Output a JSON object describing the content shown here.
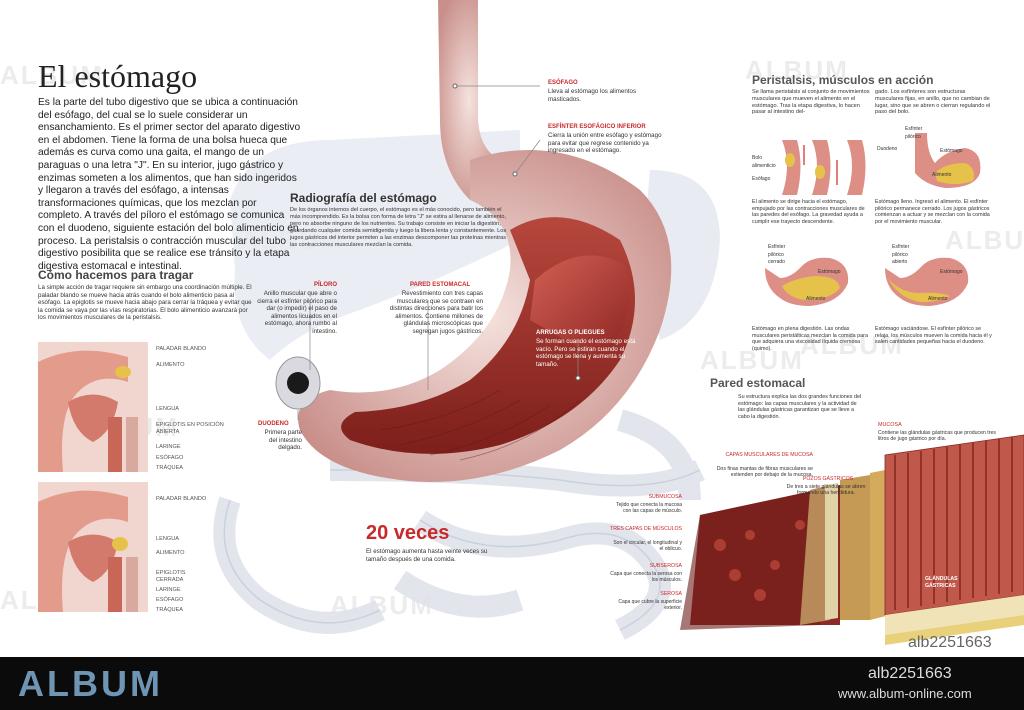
{
  "title": "El estómago",
  "intro": "Es la parte del tubo digestivo que se ubica a continuación del esófago, del cual se lo suele considerar un ensanchamiento. Es el primer sector del aparato digestivo en el abdomen. Tiene la forma de una bolsa hueca que además es curva como una gaita, el mango de un paraguas o una letra \"J\". En su interior, jugo gástrico y enzimas someten a los alimentos, que han sido ingeridos y llegaron a través del esófago, a intensas transformaciones químicas, que los mezclan por completo. A través del píloro el estómago se comunica con el duodeno, siguiente estación del bolo alimenticio en proceso. La peristalsis o contracción muscular del tubo digestivo posibilita que se realice ese tránsito y la etapa digestiva estomacal e intestinal.",
  "swallow": {
    "heading": "Cómo hacemos para tragar",
    "text": "La simple acción de tragar requiere sin embargo una coordinación múltiple. El paladar blando se mueve hacia atrás cuando el bolo alimenticio pasa al esófago. La epiglotis se mueve hacia abajo para cerrar la tráquea y evitar que la comida se vaya por las vías respiratorias. El bolo alimenticio avanzará por los movimientos musculares de la peristalsis.",
    "labels_top": [
      "PALADAR BLANDO",
      "ALIMENTO",
      "LENGUA",
      "EPIGLOTIS EN POSICIÓN ABIERTA",
      "LARINGE",
      "ESÓFAGO",
      "TRÁQUEA"
    ],
    "labels_bottom": [
      "PALADAR BLANDO",
      "LENGUA",
      "ALIMENTO",
      "EPIGLOTIS CERRADA",
      "LARINGE",
      "ESÓFAGO",
      "TRÁQUEA"
    ]
  },
  "radiografia": {
    "heading": "Radiografía del estómago",
    "text": "De los órganos internos del cuerpo, el estómago es el más conocido, pero también el más incomprendido. Es la bolsa con forma de letra \"J\" se estira al llenarse de alimento, pero no absorbe ninguno de los nutrientes. Su trabajo consiste en iniciar la digestión, guardando cualquier comida semidigerida y luego la libera lenta y constantemente. Los jugos gástricos del interior permiten a las enzimas descomponer las proteínas mientras las contracciones musculares mezclan la comida."
  },
  "labels": {
    "esofago_t": "ESÓFAGO",
    "esofago_d": "Lleva al estómago los alimentos masticados.",
    "esfinter_t": "ESFÍNTER ESOFÁGICO INFERIOR",
    "esfinter_d": "Cierra la unión entre esófago y estómago para evitar que regrese contenido ya ingresado en el estómago.",
    "piloro_t": "PÍLORO",
    "piloro_d": "Anillo muscular que abre o cierra el esfínter pilórico para dar (o impedir) el paso de alimentos licuados en el estómago, ahora rumbo al intestino.",
    "pared_t": "PARED ESTOMACAL",
    "pared_d": "Revestimiento con tres capas musculares que se contraen en distintas direcciones para batir los alimentos. Contiene millones de glándulas microscópicas que segregan jugos gástricos.",
    "arrugas_t": "ARRUGAS O PLIEGUES",
    "arrugas_d": "Se forman cuando el estómago está vacío. Pero se estiran cuando el estómago se llena y aumenta su tamaño.",
    "duodeno_t": "DUODENO",
    "duodeno_d": "Primera parte del intestino delgado."
  },
  "veces": {
    "big": "20 veces",
    "text": "El estómago aumenta hasta veinte veces su tamaño después de una comida."
  },
  "peristalsis": {
    "heading": "Peristalsis, músculos en acción",
    "col1": "Se llama peristalsis al conjunto de movimientos musculares que mueven el alimento en el estómago. Tras la etapa digestiva, lo hacen pasar al intestino del-",
    "col2": "gado. Los esfínteres son estructuras musculares fijas, en anillo, que no cambian de lugar, sino que se abren o cierran regulando el paso del bolo.",
    "d1_labels": [
      "Bolo alimenticio",
      "Esófago"
    ],
    "d2_labels": [
      "Esfínter pilórico",
      "Duodeno",
      "Estómago",
      "Alimento"
    ],
    "cap1": "El alimento se dirige hacia el estómago, empujado por las contracciones musculares de las paredes del esófago. La gravedad ayuda a cumplir ese trayecto descendente.",
    "cap2": "Estómago lleno. Ingresó el alimento. El esfínter pilórico permanece cerrado. Los jugos gástricos comienzan a actuar y se mezclan con la comida por el movimiento muscular.",
    "d3_labels": [
      "Esfínter pilórico cerrado",
      "Estómago",
      "Alimento"
    ],
    "d4_labels": [
      "Esfínter pilórico abierto",
      "Estómago",
      "Alimento"
    ],
    "cap3": "Estómago en plena digestión. Las ondas musculares peristálticas mezclan la comida para que adquiera una viscosidad líquida cremosa (quimo).",
    "cap4": "Estómago vaciándose. El esfínter pilórico se relaja, los músculos mueven la comida hacia él y salen cantidades pequeñas hacia el duodeno."
  },
  "pared": {
    "heading": "Pared estomacal",
    "text": "Su estructura explica las dos grandes funciones del estómago: las capas musculares y la actividad de las glándulas gástricas garantizan que se lleve a cabo la digestión.",
    "mucosa_t": "MUCOSA",
    "mucosa_d": "Contiene las glándulas gástricas que producen tres litros de jugo gástrico por día.",
    "capas_t": "CAPAS MUSCULARES DE MUCOSA",
    "capas_d": "Dos finas mantas de fibras musculares se extienden por debajo de la mucosa.",
    "pozos_t": "POZOS GÁSTRICOS",
    "pozos_d": "De tres a siete glándulas se abren formando una hendidura.",
    "submucosa_t": "SUBMUCOSA",
    "submucosa_d": "Tejido que conecta la mucosa con las capas de músculo.",
    "tres_t": "TRES CAPAS DE MÚSCULOS",
    "tres_d": "Son el circular, el longitudinal y el oblicuo.",
    "subserosa_t": "SUBSEROSA",
    "subserosa_d": "Capa que conecta la serosa con los músculos.",
    "serosa_t": "SEROSA",
    "serosa_d": "Capa que cubre la superficie exterior.",
    "glandulas": "GLÁNDULAS GÁSTRICAS"
  },
  "watermark": "ALBUM",
  "footer": {
    "logo": "ALBUM",
    "code": "alb2251663",
    "url": "www.album-online.com",
    "code_gray": "alb2251663"
  }
}
